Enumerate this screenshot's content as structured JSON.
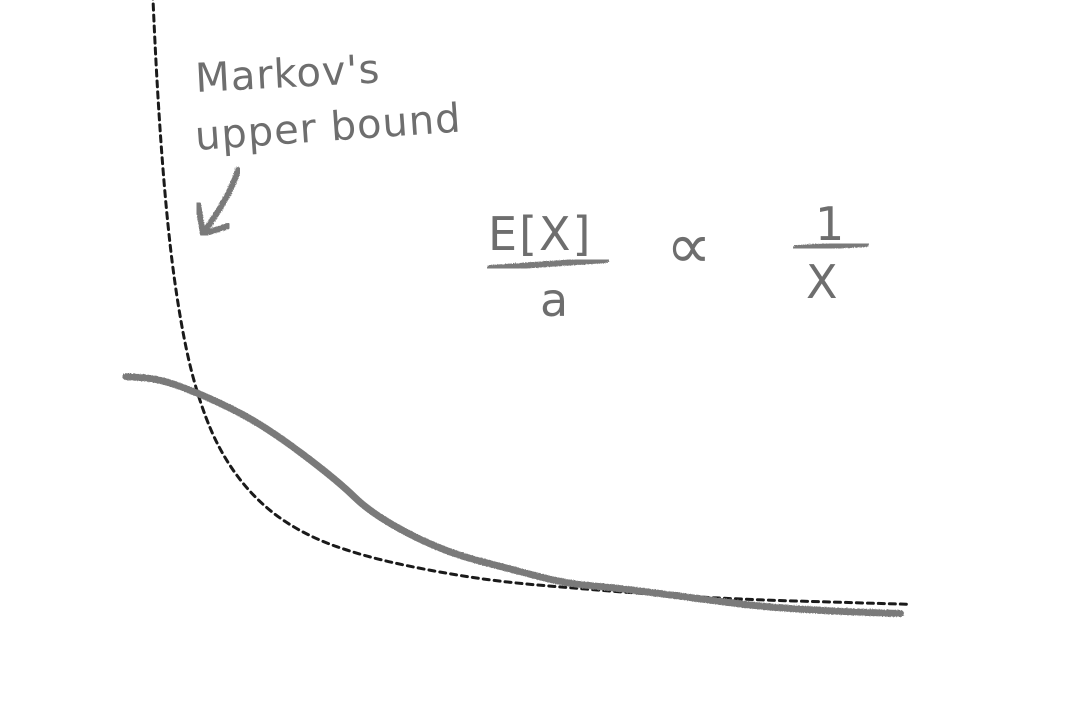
{
  "annotation": {
    "line1": "Markov's",
    "line2": "upper bound"
  },
  "formula": {
    "numerator": "E[X]",
    "denominator": "a",
    "relation": "∝",
    "rhs_numerator": "1",
    "rhs_denominator": "X"
  },
  "curves": {
    "bound": {
      "style": "dashed",
      "x": [
        0.15,
        0.2,
        0.3,
        0.45,
        0.65,
        0.9,
        1.2,
        1.6,
        2.1,
        2.7,
        3.4,
        4.2,
        5.1,
        6.1,
        7.1,
        8.1,
        8.9
      ],
      "y": [
        53.3,
        40.0,
        26.7,
        17.8,
        12.3,
        8.9,
        6.7,
        5.0,
        3.8,
        3.0,
        2.4,
        1.9,
        1.6,
        1.3,
        1.1,
        0.99,
        0.9
      ]
    },
    "distribution": {
      "style": "solid",
      "x": [
        0.0,
        0.4,
        1.0,
        1.6,
        2.4,
        2.8,
        3.6,
        4.4,
        5.0,
        5.6,
        6.4,
        7.2,
        8.0,
        8.8
      ],
      "y": [
        10.8,
        10.7,
        9.8,
        8.6,
        6.3,
        4.8,
        3.2,
        2.4,
        1.8,
        1.6,
        1.2,
        0.8,
        0.6,
        0.5
      ]
    }
  },
  "colors": {
    "pencil": "#7a7a7a",
    "dashed": "#1a1a1a",
    "background": "#ffffff"
  }
}
